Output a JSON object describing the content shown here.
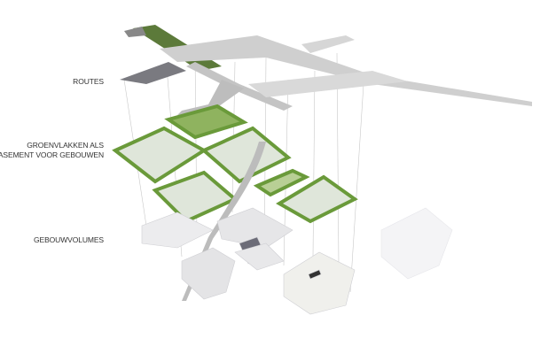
{
  "labels": {
    "routes": "ROUTES",
    "green_line1": "GROENVLAKKEN ALS",
    "green_line2": "BASEMENT VOOR GEBOUWEN",
    "volumes": "GEBOUWVOLUMES"
  },
  "colors": {
    "route": "#c9c9c9",
    "route_dark": "#7a7a80",
    "green_border": "#6a9a3a",
    "green_fill": "#dfe6da",
    "building": "#e9e9eb"
  }
}
